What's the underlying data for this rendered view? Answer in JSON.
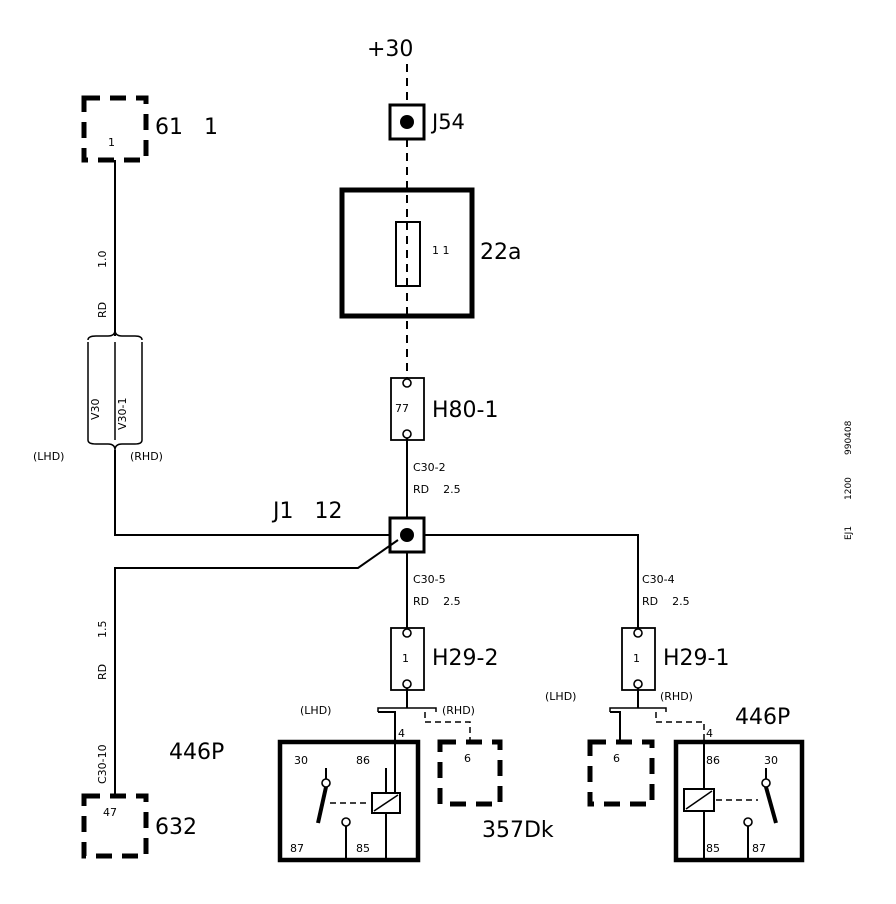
{
  "supply": {
    "label": "+30"
  },
  "junction_top": {
    "label": "J54"
  },
  "fuse": {
    "label": "22a",
    "inner": "1 1"
  },
  "connector_h80": {
    "label": "H80-1",
    "pin": "77"
  },
  "wire_c30_2": {
    "id": "C30-2",
    "color_size": "RD    2.5"
  },
  "junction_main": {
    "label": "J1   12"
  },
  "wire_c30_5": {
    "id": "C30-5",
    "color_size": "RD    2.5"
  },
  "wire_c30_4": {
    "id": "C30-4",
    "color_size": "RD    2.5"
  },
  "connector_h29_2": {
    "label": "H29-2",
    "pin": "1"
  },
  "connector_h29_1": {
    "label": "H29-1",
    "pin": "1"
  },
  "component_61": {
    "label": "61   1",
    "pin": "1"
  },
  "wire_left_top": {
    "size": "1.0",
    "color": "RD"
  },
  "variant_brace": {
    "v30": "V30",
    "v30_1": "V30-1",
    "lhd": "(LHD)",
    "rhd": "(RHD)"
  },
  "wire_left_bottom": {
    "size": "1.5",
    "color": "RD",
    "id": "C30-10"
  },
  "component_632": {
    "label": "632",
    "pin": "47"
  },
  "relay_left": {
    "label": "446P",
    "pin_30": "30",
    "pin_86": "86",
    "pin_87": "87",
    "pin_85": "85",
    "terminal": "4",
    "lhd": "(LHD)",
    "rhd": "(RHD)"
  },
  "component_357": {
    "label": "357Dk",
    "pin": "6"
  },
  "relay_right": {
    "label": "446P",
    "pin_30": "30",
    "pin_86": "86",
    "pin_87": "87",
    "pin_85": "85",
    "terminal": "4",
    "lhd": "(LHD)",
    "rhd": "(RHD)"
  },
  "right_dashed_box": {
    "pin": "6"
  },
  "side_code": {
    "a": "EJ1",
    "b": "1200",
    "c": "990408"
  }
}
